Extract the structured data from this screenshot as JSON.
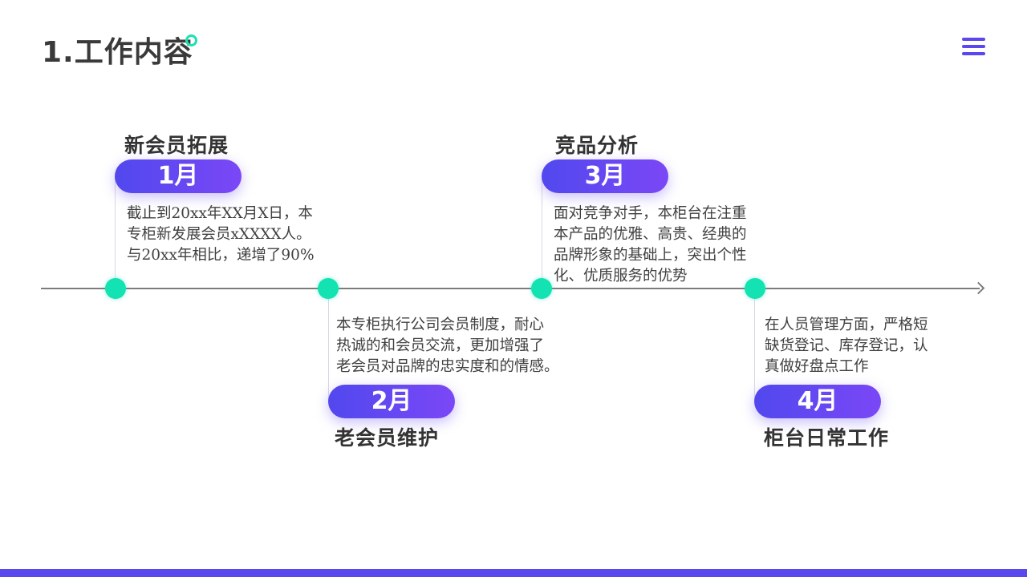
{
  "page": {
    "title": "1.工作内容"
  },
  "colors": {
    "accent": "#5a48ee",
    "node": "#13e3b2",
    "pill_gradient_start": "#5148ee",
    "pill_gradient_end": "#7b47f6"
  },
  "icons": {
    "menu": "hamburger-menu-icon",
    "title_decoration": "ring-icon"
  },
  "milestones": [
    {
      "month": "1月",
      "heading": "新会员拓展",
      "lines": [
        "截止到20xx年XX月X日，本",
        "专柜新发展会员xXXXX人。",
        "与20xx年相比，递增了90%"
      ]
    },
    {
      "month": "2月",
      "heading": "老会员维护",
      "lines": [
        "本专柜执行公司会员制度，耐心",
        "热诚的和会员交流，更加增强了",
        "老会员对品牌的忠实度和的情感。"
      ]
    },
    {
      "month": "3月",
      "heading": "竞品分析",
      "lines": [
        "面对竞争对手，本柜台在注重",
        "本产品的优雅、高贵、经典的",
        "品牌形象的基础上，突出个性",
        "化、优质服务的优势"
      ]
    },
    {
      "month": "4月",
      "heading": "柜台日常工作",
      "lines": [
        "在人员管理方面，严格短",
        "缺货登记、库存登记，认",
        "真做好盘点工作"
      ]
    }
  ]
}
